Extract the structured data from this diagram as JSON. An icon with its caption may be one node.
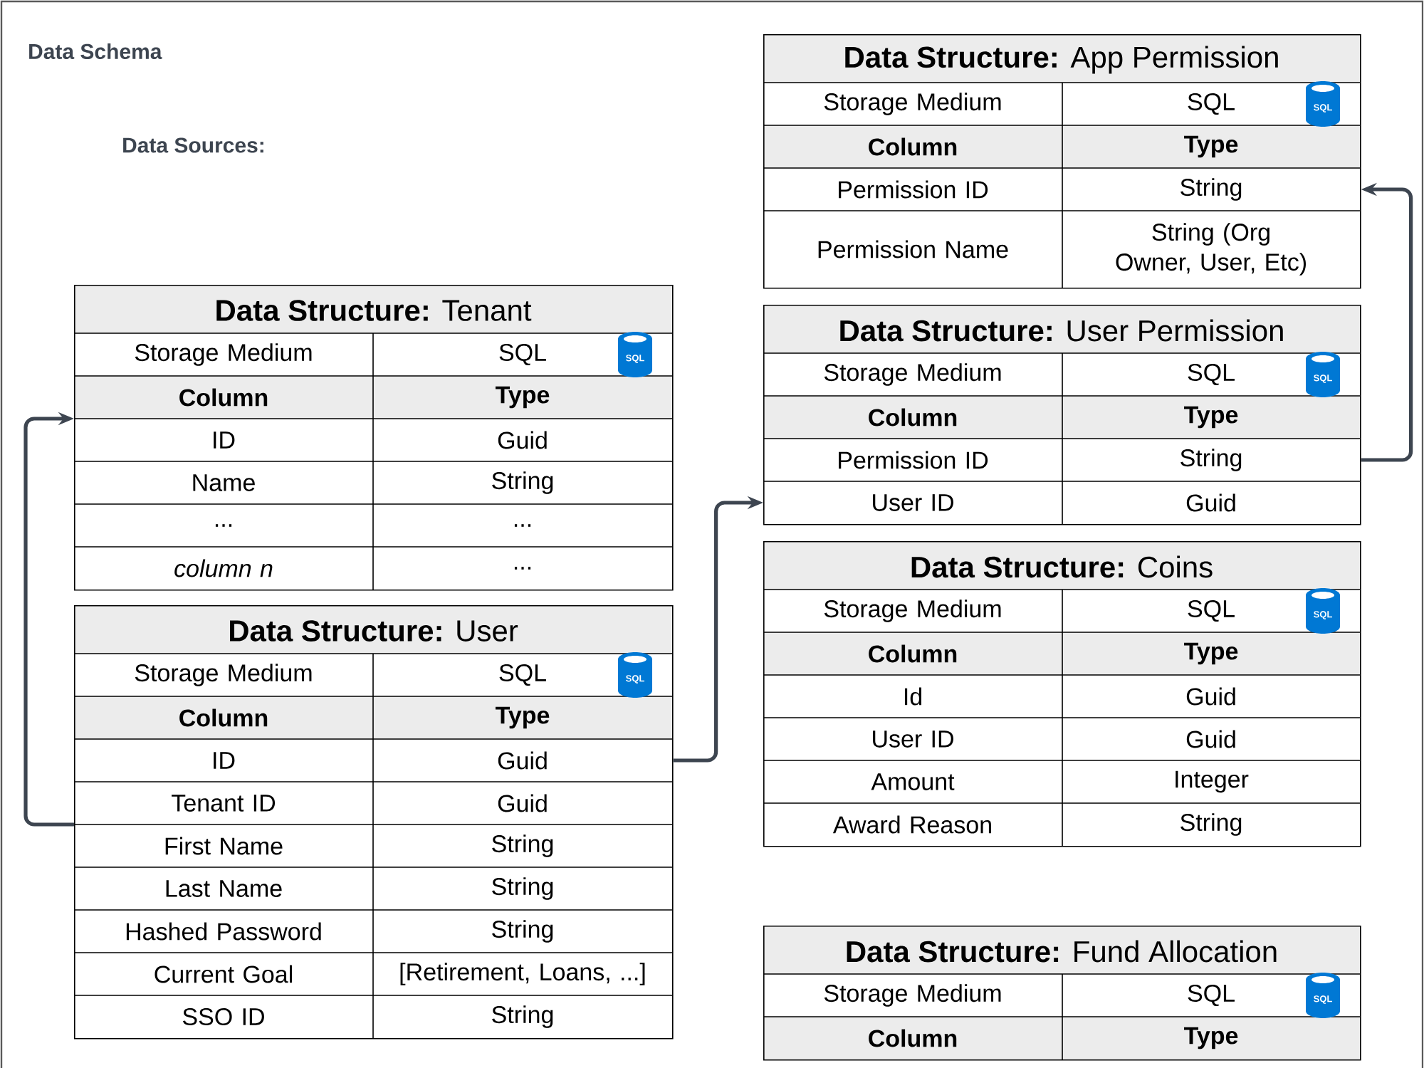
{
  "diagram": {
    "title": "Data Schema",
    "nodes": [
      {
        "text": [
          "**Data Structure:** Tenant",
          "Storage Medium",
          "SQL",
          "SQL",
          "Column",
          "Type",
          "ID",
          "Guid",
          "Name",
          "String",
          "...",
          "...",
          "*column n*",
          "..."
        ]
      },
      {
        "text": [
          "**Data Structure:** User",
          "Storage Medium",
          "SQL",
          "SQL",
          "Column",
          "Type",
          "ID",
          "Guid",
          "Tenant ID",
          "Guid",
          "First Name",
          "String",
          "Last Name",
          "String",
          "Hashed Password",
          "String",
          "Current Goal",
          "[Retirement, Loans, ...]",
          "SSO ID",
          "String"
        ]
      },
      {
        "text": [
          "**Data Structure:** App Permission",
          "Storage Medium",
          "SQL",
          "SQL",
          "Column",
          "Type",
          "Permission ID",
          "String",
          "Permission Name",
          "String (Org Owner, User, Etc)"
        ]
      },
      {
        "text": [
          "**Data Structure:** User Permission",
          "Storage Medium",
          "SQL",
          "SQL",
          "Column",
          "Type",
          "Permission ID",
          "String",
          "User ID",
          "Guid"
        ]
      },
      {
        "text": [
          "**Data Structure:** Coins",
          "Storage Medium",
          "SQL",
          "SQL",
          "Column",
          "Type",
          "Id",
          "Guid",
          "User ID",
          "Guid",
          "Amount",
          "Integer",
          "Award Reason",
          "String"
        ]
      },
      {
        "text": [
          "**Data Structure:** Fund Allocation",
          "Storage Medium",
          "SQL",
          "SQL",
          "Column",
          "Type"
        ]
      }
    ],
    "edges": [
      {
        "from": 1,
        "to": 0,
        "arrow": "to"
      },
      {
        "from": 1,
        "to": 3,
        "arrow": "to"
      },
      {
        "from": 3,
        "to": 2,
        "arrow": "to"
      }
    ],
    "labels": [
      "Data Sources:"
    ]
  }
}
